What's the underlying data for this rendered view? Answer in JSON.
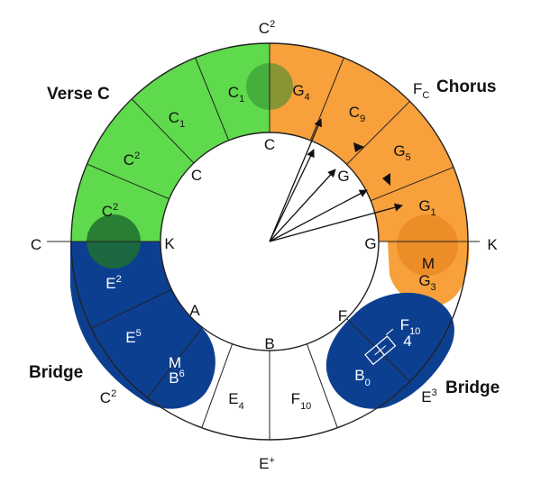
{
  "colors": {
    "green": "#5fda4c",
    "green_dark": "#2f8a2f",
    "orange": "#f7a03c",
    "orange_dark": "#e6801a",
    "blue": "#0d3f91",
    "white": "#ffffff",
    "stroke": "#222222"
  },
  "sections": {
    "verse": "Verse C",
    "chorus": "Chorus",
    "bridge_left": "Bridge",
    "bridge_right": "Bridge"
  },
  "outer_labels": {
    "top": "C",
    "top_sup": "2",
    "chorus_prefix": "F",
    "chorus_prefix_sub": "C",
    "right": "K",
    "left": "C",
    "bottom": "E",
    "bottom_sup": "+",
    "bottom_left": "C",
    "bottom_left_sup": "2",
    "bottom_right": "E",
    "bottom_right_sup": "3"
  },
  "inner_labels": {
    "top": "C",
    "upper_left": "C",
    "left": "K",
    "lower_left": "A",
    "bottom": "B",
    "lower_right": "F",
    "right": "G",
    "arrow_tip": "G"
  },
  "segments": {
    "g1": {
      "main": "C",
      "sub": "1"
    },
    "g2": {
      "main": "C",
      "sub": "1"
    },
    "g3": {
      "main": "C",
      "sup": "2"
    },
    "g4": {
      "main": "C",
      "sup": "2"
    },
    "o1": {
      "main": "G",
      "sub": "4"
    },
    "o2": {
      "main": "C",
      "sub": "9"
    },
    "o3": {
      "main": "G",
      "sub": "5"
    },
    "o4": {
      "main": "G",
      "sub": "1"
    },
    "o5": {
      "top": "M",
      "main": "G",
      "sub": "3"
    },
    "b1": {
      "main": "E",
      "sup": "2"
    },
    "b2": {
      "main": "E",
      "sup": "5"
    },
    "b3": {
      "top": "M",
      "main": "B",
      "sup": "6"
    },
    "w1": {
      "main": "E",
      "sub": "4"
    },
    "w2": {
      "main": "F",
      "sub": "10"
    },
    "r1": {
      "main": "B",
      "sub": "0"
    },
    "r2": {
      "main": "F",
      "sub": "10",
      "extra": "4"
    }
  },
  "icons": [
    "arrow-icon",
    "rhythm-pattern-icon"
  ]
}
